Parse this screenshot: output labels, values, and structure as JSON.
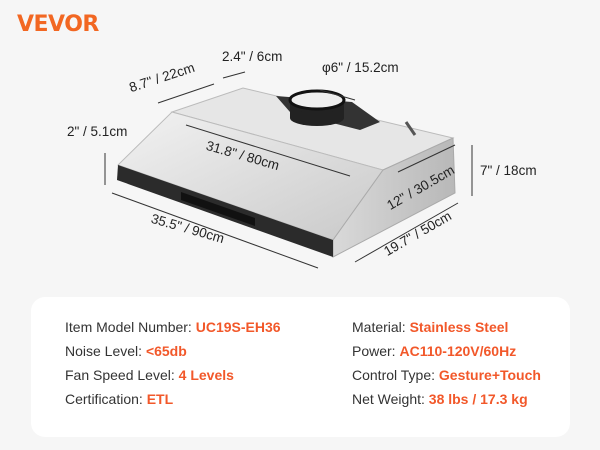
{
  "brand": "VEVOR",
  "dimensions": {
    "duct_plate_width": "2.4\" / 6cm",
    "top_depth": "8.7\" / 22cm",
    "duct_diameter": "φ6\" / 15.2cm",
    "front_height": "2\" / 5.1cm",
    "top_width": "31.8\" / 80cm",
    "total_height": "7\" / 18cm",
    "slant_depth": "12\" / 30.5cm",
    "total_width": "35.5\" / 90cm",
    "total_depth": "19.7\" / 50cm"
  },
  "specs": [
    {
      "label": "Item Model Number: ",
      "value": "UC19S-EH36"
    },
    {
      "label": "Noise Level: ",
      "value": "<65db"
    },
    {
      "label": "Fan Speed Level: ",
      "value": "4 Levels"
    },
    {
      "label": "Certification: ",
      "value": "ETL"
    },
    {
      "label": "Material: ",
      "value": "Stainless Steel"
    },
    {
      "label": "Power: ",
      "value": "AC110-120V/60Hz"
    },
    {
      "label": "Control Type: ",
      "value": "Gesture+Touch"
    },
    {
      "label": "Net Weight: ",
      "value": "38 lbs / 17.3 kg"
    }
  ]
}
